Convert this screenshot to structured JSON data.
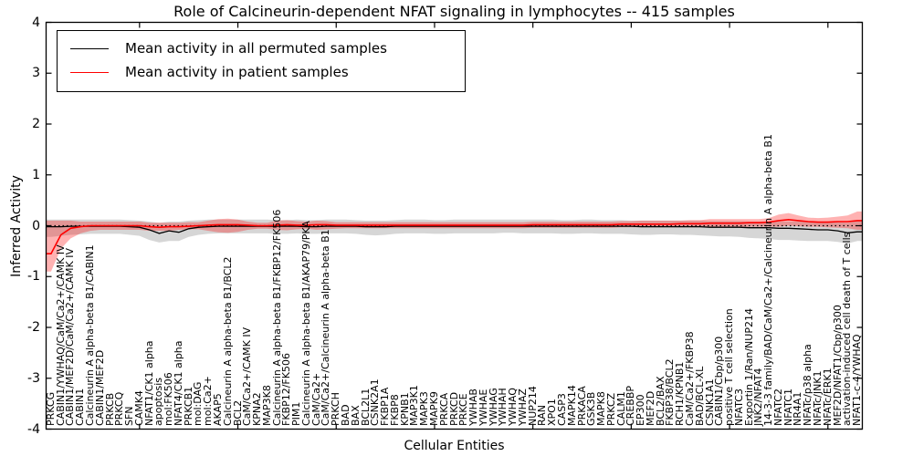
{
  "chart_data": {
    "type": "line",
    "title": "Role of Calcineurin-dependent NFAT signaling in lymphocytes -- 415 samples",
    "xlabel": "Cellular Entities",
    "ylabel": "Inferred Activity",
    "ylim": [
      -4,
      4
    ],
    "yticks": [
      4,
      3,
      2,
      1,
      0,
      -1,
      -2,
      -3,
      -4
    ],
    "grid": false,
    "zero_line": "dotted",
    "legend_position": "upper left",
    "colors": {
      "permuted_line": "#000000",
      "patient_line": "#ff0000",
      "permuted_band": "rgba(0,0,0,0.16)",
      "patient_band": "rgba(255,0,0,0.30)"
    },
    "categories": [
      "PRKCG",
      "CABIN1/YWHAQ/CaM/Ca2+/CAMK IV",
      "CABIN1/MEF2D/CaM/Ca2+/CAMK IV",
      "CABIN1",
      "Calcineurin A alpha-beta B1/CABIN1",
      "CABIN1/MEF2D",
      "PRKCB",
      "PRKCQ",
      "SFN",
      "CAMK4",
      "NFAT1/CK1 alpha",
      "apoptosis",
      "mol:FK506",
      "NFAT4/CK1 alpha",
      "PRKCB1",
      "mol:DAG",
      "mol:Ca2+",
      "AKAP5",
      "Calcineurin A alpha-beta B1/BCL2",
      "BCL2",
      "CaM/Ca2+/CAMK IV",
      "KPNA2",
      "MAP3K8",
      "Calcineurin A alpha-beta B1/FKBP12/FK506",
      "FKBP12/FK506",
      "PIM1",
      "Calcineurin A alpha-beta B1/AKAP79/PKA",
      "CaM/Ca2+",
      "CaM/Ca2+/Calcineurin A alpha-beta B1",
      "PRKCH",
      "BAD",
      "BAX",
      "BCL2L1",
      "CSNK2A1",
      "FKBP1A",
      "FKBP8",
      "KPNB1",
      "MAP3K1",
      "MAPK3",
      "MAPK9",
      "PRKCA",
      "PRKCD",
      "PRKCE",
      "YWHAB",
      "YWHAE",
      "YWHAG",
      "YWHAH",
      "YWHAQ",
      "YWHAZ",
      "NUP214",
      "RAN",
      "XPO1",
      "CASP3",
      "MAPK14",
      "PRKACA",
      "GSK3B",
      "MAPK8",
      "PRKCZ",
      "CALM1",
      "CREBBP",
      "EP300",
      "MEF2D",
      "BCL2/BAX",
      "FKBP38/BCL2",
      "RCH1/KPNB1",
      "CaM/Ca2+/FKBP38",
      "BAD/BCL-XL",
      "CSNK1A1",
      "CABIN1/Cbp/p300",
      "positive T cell selection",
      "NFATC3",
      "Exportin 1/Ran/NUP214",
      "JNK2/NFAT4",
      "14-3-3 family/BAD/CaM/Ca2+/Calcineurin A alpha-beta B1",
      "NFATC2",
      "NFATC1",
      "NR4A1",
      "NFATc/p38 alpha",
      "NFATc/JNK1",
      "NFATc/ERK1",
      "MEF2D/NFAT1/Cbp/p300",
      "activation-induced cell death of T cells",
      "NFAT1-c-4/YWHAQ"
    ],
    "series": [
      {
        "name": "Mean activity in all permuted samples",
        "color": "#000000",
        "values": [
          -0.02,
          -0.02,
          -0.01,
          -0.01,
          -0.01,
          -0.01,
          -0.01,
          -0.01,
          -0.02,
          -0.03,
          -0.08,
          -0.15,
          -0.1,
          -0.13,
          -0.06,
          -0.03,
          -0.02,
          -0.01,
          -0.01,
          -0.01,
          -0.01,
          -0.01,
          -0.01,
          -0.01,
          -0.01,
          -0.01,
          -0.02,
          -0.02,
          -0.01,
          -0.01,
          -0.01,
          -0.01,
          -0.02,
          -0.02,
          -0.02,
          -0.01,
          -0.01,
          -0.01,
          -0.01,
          -0.01,
          -0.01,
          -0.01,
          -0.01,
          -0.01,
          -0.01,
          -0.01,
          -0.01,
          -0.01,
          -0.01,
          -0.01,
          -0.01,
          -0.01,
          -0.01,
          -0.01,
          -0.01,
          -0.01,
          -0.01,
          -0.01,
          -0.01,
          -0.01,
          -0.02,
          -0.02,
          -0.02,
          -0.02,
          -0.02,
          -0.02,
          -0.02,
          -0.03,
          -0.03,
          -0.03,
          -0.03,
          -0.04,
          -0.04,
          -0.04,
          -0.05,
          -0.05,
          -0.06,
          -0.07,
          -0.08,
          -0.08,
          -0.1,
          -0.14,
          -0.12
        ],
        "band_lower": [
          -0.22,
          -0.2,
          -0.18,
          -0.17,
          -0.16,
          -0.16,
          -0.16,
          -0.16,
          -0.18,
          -0.2,
          -0.28,
          -0.33,
          -0.3,
          -0.3,
          -0.22,
          -0.18,
          -0.16,
          -0.15,
          -0.15,
          -0.15,
          -0.15,
          -0.15,
          -0.15,
          -0.16,
          -0.16,
          -0.15,
          -0.16,
          -0.16,
          -0.15,
          -0.15,
          -0.15,
          -0.16,
          -0.18,
          -0.19,
          -0.18,
          -0.16,
          -0.15,
          -0.15,
          -0.15,
          -0.16,
          -0.16,
          -0.15,
          -0.15,
          -0.15,
          -0.15,
          -0.15,
          -0.14,
          -0.14,
          -0.15,
          -0.15,
          -0.15,
          -0.15,
          -0.16,
          -0.16,
          -0.15,
          -0.15,
          -0.16,
          -0.16,
          -0.16,
          -0.17,
          -0.18,
          -0.18,
          -0.17,
          -0.17,
          -0.18,
          -0.18,
          -0.19,
          -0.2,
          -0.21,
          -0.21,
          -0.22,
          -0.24,
          -0.25,
          -0.26,
          -0.28,
          -0.28,
          -0.29,
          -0.3,
          -0.3,
          -0.3,
          -0.32,
          -0.35,
          -0.3
        ],
        "band_upper": [
          0.12,
          0.12,
          0.12,
          0.12,
          0.12,
          0.12,
          0.12,
          0.12,
          0.11,
          0.1,
          0.08,
          0.06,
          0.08,
          0.08,
          0.1,
          0.11,
          0.12,
          0.12,
          0.12,
          0.12,
          0.12,
          0.12,
          0.12,
          0.11,
          0.11,
          0.12,
          0.11,
          0.11,
          0.12,
          0.12,
          0.12,
          0.11,
          0.1,
          0.1,
          0.1,
          0.11,
          0.12,
          0.12,
          0.12,
          0.11,
          0.11,
          0.12,
          0.12,
          0.12,
          0.12,
          0.12,
          0.12,
          0.12,
          0.12,
          0.12,
          0.12,
          0.12,
          0.11,
          0.11,
          0.12,
          0.12,
          0.11,
          0.11,
          0.11,
          0.1,
          0.1,
          0.1,
          0.1,
          0.1,
          0.1,
          0.1,
          0.1,
          0.09,
          0.09,
          0.09,
          0.09,
          0.08,
          0.08,
          0.08,
          0.08,
          0.08,
          0.08,
          0.08,
          0.07,
          0.07,
          0.07,
          0.06,
          0.1
        ]
      },
      {
        "name": "Mean activity in patient samples",
        "color": "#ff0000",
        "values": [
          -0.55,
          -0.18,
          -0.05,
          -0.02,
          0,
          0,
          0,
          0,
          0,
          0,
          -0.02,
          -0.03,
          -0.02,
          -0.02,
          -0.01,
          0,
          0.01,
          0.02,
          0.02,
          0.02,
          0.01,
          0,
          0,
          0.01,
          0.02,
          0.01,
          0.01,
          0.02,
          0.02,
          0.01,
          0.01,
          0.01,
          0.01,
          0.01,
          0.01,
          0.01,
          0.01,
          0.01,
          0.01,
          0.01,
          0.01,
          0.01,
          0.01,
          0.01,
          0.01,
          0.01,
          0.01,
          0.01,
          0.01,
          0.02,
          0.02,
          0.02,
          0.02,
          0.02,
          0.02,
          0.02,
          0.02,
          0.02,
          0.03,
          0.03,
          0.03,
          0.03,
          0.03,
          0.03,
          0.04,
          0.04,
          0.04,
          0.05,
          0.05,
          0.05,
          0.05,
          0.06,
          0.06,
          0.07,
          0.1,
          0.12,
          0.1,
          0.08,
          0.07,
          0.07,
          0.08,
          0.08,
          0.1
        ],
        "band_lower": [
          -0.9,
          -0.45,
          -0.25,
          -0.15,
          -0.1,
          -0.08,
          -0.08,
          -0.08,
          -0.08,
          -0.08,
          -0.1,
          -0.1,
          -0.1,
          -0.08,
          -0.07,
          -0.07,
          -0.1,
          -0.13,
          -0.14,
          -0.12,
          -0.08,
          -0.06,
          -0.06,
          -0.08,
          -0.09,
          -0.07,
          -0.06,
          -0.08,
          -0.07,
          -0.06,
          -0.05,
          -0.05,
          -0.05,
          -0.05,
          -0.05,
          -0.05,
          -0.05,
          -0.05,
          -0.05,
          -0.05,
          -0.05,
          -0.05,
          -0.05,
          -0.05,
          -0.05,
          -0.05,
          -0.05,
          -0.05,
          -0.05,
          -0.04,
          -0.04,
          -0.04,
          -0.04,
          -0.04,
          -0.04,
          -0.04,
          -0.04,
          -0.04,
          -0.03,
          -0.03,
          -0.03,
          -0.03,
          -0.03,
          -0.03,
          -0.03,
          -0.03,
          -0.03,
          -0.03,
          -0.03,
          -0.03,
          -0.03,
          -0.02,
          -0.02,
          -0.02,
          -0.02,
          0,
          -0.01,
          -0.02,
          -0.02,
          -0.03,
          -0.04,
          -0.05,
          -0.08
        ],
        "band_upper": [
          0.1,
          0.1,
          0.1,
          0.08,
          0.08,
          0.08,
          0.08,
          0.08,
          0.08,
          0.08,
          0.06,
          0.06,
          0.06,
          0.06,
          0.07,
          0.07,
          0.1,
          0.13,
          0.14,
          0.12,
          0.08,
          0.06,
          0.06,
          0.1,
          0.11,
          0.09,
          0.08,
          0.1,
          0.09,
          0.07,
          0.07,
          0.07,
          0.07,
          0.07,
          0.07,
          0.07,
          0.07,
          0.07,
          0.07,
          0.07,
          0.07,
          0.07,
          0.07,
          0.07,
          0.07,
          0.07,
          0.07,
          0.07,
          0.07,
          0.08,
          0.08,
          0.08,
          0.08,
          0.08,
          0.08,
          0.08,
          0.08,
          0.08,
          0.09,
          0.09,
          0.1,
          0.1,
          0.1,
          0.1,
          0.1,
          0.11,
          0.11,
          0.13,
          0.13,
          0.13,
          0.13,
          0.13,
          0.13,
          0.15,
          0.22,
          0.25,
          0.2,
          0.16,
          0.15,
          0.16,
          0.18,
          0.2,
          0.28
        ]
      }
    ]
  }
}
